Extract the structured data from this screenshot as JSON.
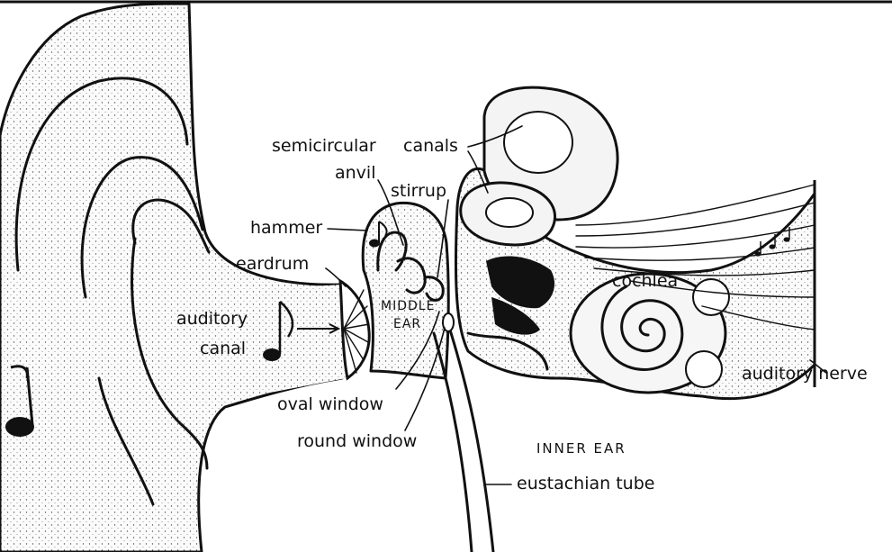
{
  "labels": {
    "semicircular_canals_a": "semicircular",
    "semicircular_canals_b": "canals",
    "anvil": "anvil",
    "stirrup": "stirrup",
    "hammer": "hammer",
    "eardrum": "eardrum",
    "middle_ear_a": "MIDDLE",
    "middle_ear_b": "EAR",
    "cochlea": "cochlea",
    "auditory_canal_a": "auditory",
    "auditory_canal_b": "canal",
    "auditory_nerve": "auditory nerve",
    "oval_window": "oval window",
    "round_window": "round window",
    "inner_ear": "INNER EAR",
    "eustachian_tube": "eustachian tube"
  },
  "colors": {
    "ink": "#111111",
    "paper": "#ffffff",
    "stipple": "#f4f4f4"
  }
}
